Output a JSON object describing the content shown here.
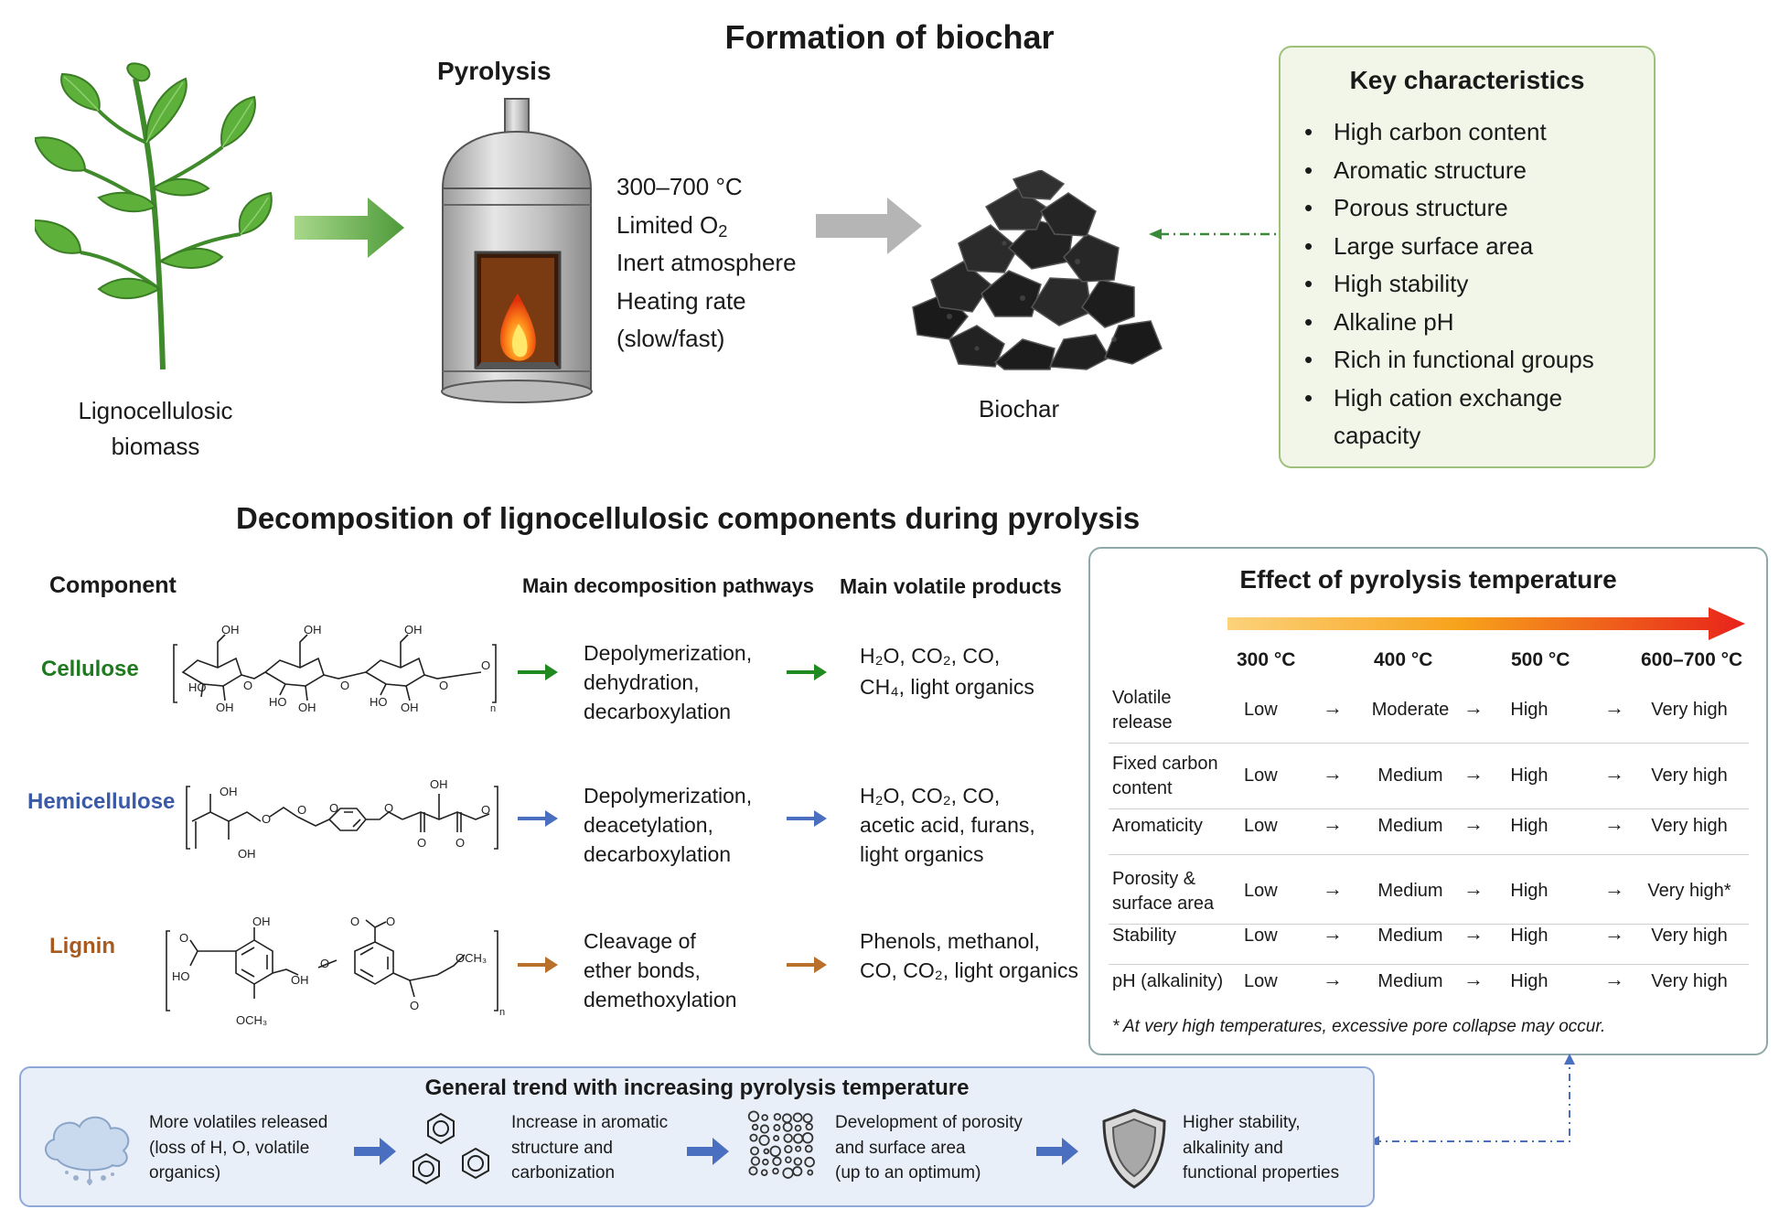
{
  "top": {
    "title": "Formation of biochar",
    "biomass_label_1": "Lignocellulosic",
    "biomass_label_2": "biomass",
    "pyrolysis_label": "Pyrolysis",
    "conditions": {
      "temp": "300–700 °C",
      "oxygen_main": "Limited O",
      "oxygen_sub": "2",
      "atmosphere": "Inert atmosphere",
      "heating_1": "Heating rate",
      "heating_2": "(slow/fast)"
    },
    "biochar_label": "Biochar"
  },
  "key": {
    "title": "Key characteristics",
    "items": [
      "High carbon content",
      "Aromatic structure",
      "Porous structure",
      "Large surface area",
      "High stability",
      "Alkaline pH",
      "Rich in functional groups",
      "High cation exchange capacity"
    ]
  },
  "decomp": {
    "title": "Decomposition of lignocellulosic components during pyrolysis",
    "col_component": "Component",
    "col_pathways": "Main decomposition pathways",
    "col_products": "Main volatile products",
    "rows": [
      {
        "name": "Cellulose",
        "color": "#1f7a1f",
        "path": [
          "Depolymerization,",
          "dehydration,",
          "decarboxylation"
        ],
        "prod": [
          "H₂O, CO₂, CO,",
          "CH₄, light organics"
        ]
      },
      {
        "name": "Hemicellulose",
        "color": "#3a5aa8",
        "path": [
          "Depolymerization,",
          "deacetylation,",
          "decarboxylation"
        ],
        "prod": [
          "H₂O, CO₂, CO,",
          "acetic acid, furans,",
          "light organics"
        ]
      },
      {
        "name": "Lignin",
        "color": "#a85a1e",
        "path": [
          "Cleavage of",
          "ether bonds,",
          "demethoxylation"
        ],
        "prod": [
          "Phenols, methanol,",
          "CO, CO₂, light organics"
        ]
      }
    ],
    "chem_labels": {
      "oh": "OH",
      "ho": "HO",
      "o": "O",
      "n": "n",
      "och3": "OCH₃"
    }
  },
  "temp_effect": {
    "title": "Effect of pyrolysis temperature",
    "temps": [
      "300 °C",
      "400 °C",
      "500 °C",
      "600–700 °C"
    ],
    "arrow": "→",
    "rows": [
      {
        "prop": [
          "Volatile",
          "release"
        ],
        "vals": [
          "Low",
          "Moderate",
          "High",
          "Very high"
        ]
      },
      {
        "prop": [
          "Fixed carbon",
          "content"
        ],
        "vals": [
          "Low",
          "Medium",
          "High",
          "Very high"
        ]
      },
      {
        "prop": [
          "Aromaticity"
        ],
        "vals": [
          "Low",
          "Medium",
          "High",
          "Very high"
        ]
      },
      {
        "prop": [
          "Porosity &",
          "surface area"
        ],
        "vals": [
          "Low",
          "Medium",
          "High",
          "Very high*"
        ]
      },
      {
        "prop": [
          "Stability"
        ],
        "vals": [
          "Low",
          "Medium",
          "High",
          "Very high"
        ]
      },
      {
        "prop": [
          "pH (alkalinity)"
        ],
        "vals": [
          "Low",
          "Medium",
          "High",
          "Very high"
        ]
      }
    ],
    "footnote": "* At very high temperatures, excessive pore collapse may occur."
  },
  "trend": {
    "title": "General trend with increasing pyrolysis temperature",
    "steps": [
      [
        "More volatiles released",
        "(loss of H, O, volatile",
        "organics)"
      ],
      [
        "Increase in aromatic",
        "structure and",
        "carbonization"
      ],
      [
        "Development of porosity",
        "and surface area",
        "(up to an optimum)"
      ],
      [
        "Higher stability,",
        "alkalinity and",
        "functional properties"
      ]
    ]
  },
  "colors": {
    "green": "#4e9a3a",
    "gray_arrow": "#b5b5b5",
    "blue_arrow": "#4a6fc0",
    "orange": "#f7a21b",
    "red": "#e8221b"
  }
}
